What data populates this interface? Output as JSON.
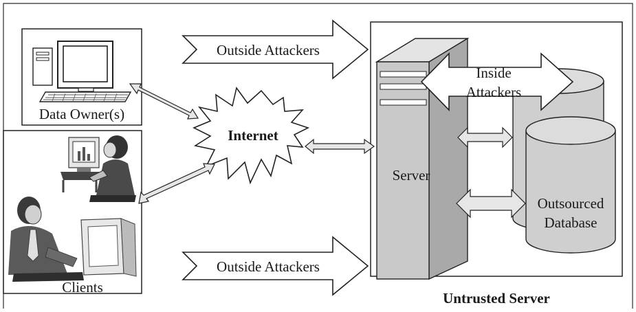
{
  "diagram": {
    "data_owner_label": "Data Owner(s)",
    "clients_label": "Clients",
    "internet_label": "Internet",
    "outside_attackers_top_label": "Outside Attackers",
    "outside_attackers_bottom_label": "Outside Attackers",
    "inside_attackers_line1": "Inside",
    "inside_attackers_line2": "Attackers",
    "server_label": "Server",
    "database_line1": "Outsourced",
    "database_line2": "Database",
    "untrusted_server_label": "Untrusted Server"
  },
  "colors": {
    "frame": "#2a2a2a",
    "arrow_fill": "#e6e6e6",
    "server_front": "#c9c9c9",
    "server_side": "#aaaaaa",
    "db_fill": "#cfcfcf",
    "internet_fill": "#ffffff"
  }
}
